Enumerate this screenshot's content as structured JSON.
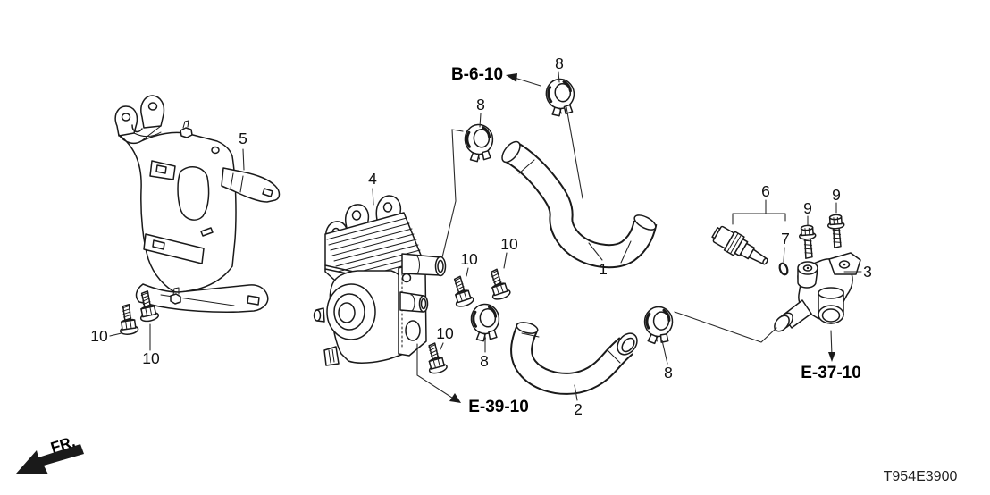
{
  "diagram_code": "T954E3900",
  "direction_label": "FR.",
  "references": {
    "b6_10": "B-6-10",
    "e39_10": "E-39-10",
    "e37_10": "E-37-10"
  },
  "callouts": {
    "p1": "1",
    "p2": "2",
    "p3": "3",
    "p4": "4",
    "p5": "5",
    "p6": "6",
    "p7": "7",
    "p8": "8",
    "p9": "9",
    "p10": "10"
  },
  "colors": {
    "line": "#1a1a1a",
    "background": "#ffffff"
  }
}
